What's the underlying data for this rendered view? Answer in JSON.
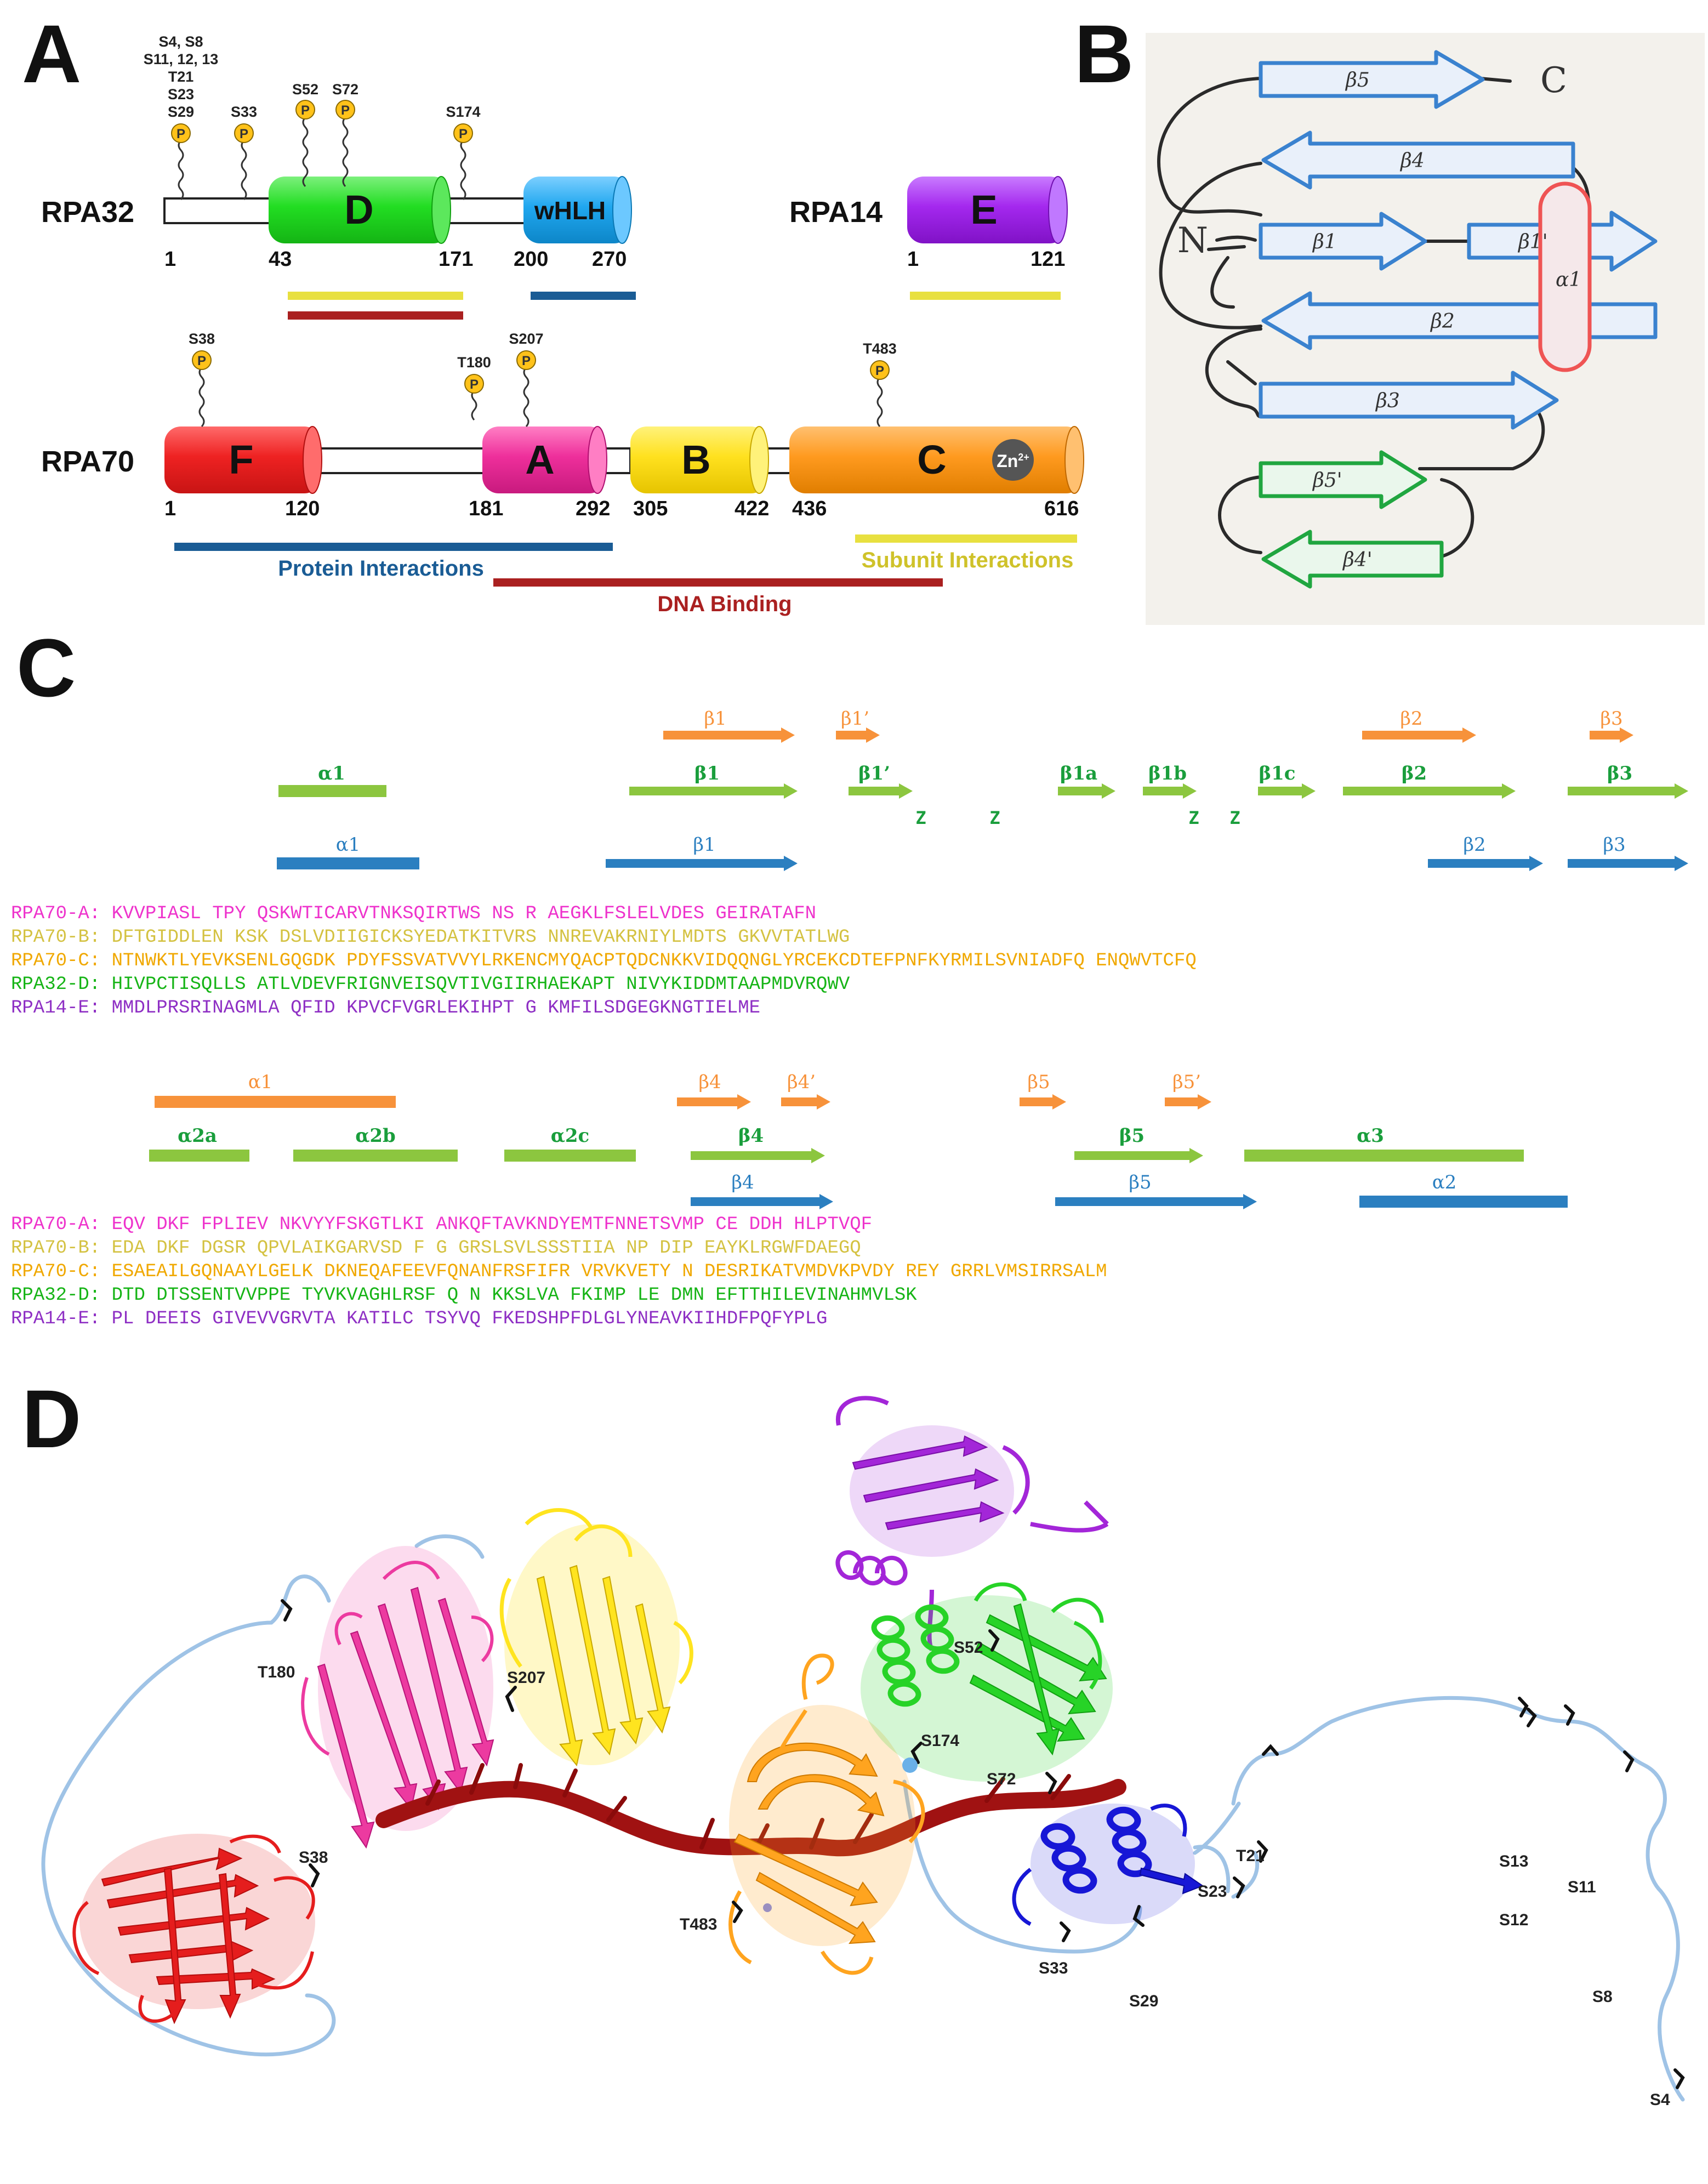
{
  "panels": {
    "a": "A",
    "b": "B",
    "c": "C",
    "d": "D"
  },
  "panel_a": {
    "rpa32": {
      "name": "RPA32",
      "domain_d": "D",
      "domain_wh": "wHLH",
      "sites": {
        "s4_s8": "S4, S8",
        "s11_13": "S11, 12, 13",
        "t21": "T21",
        "s23": "S23",
        "s29": "S29",
        "s33": "S33",
        "s52": "S52",
        "s72": "S72",
        "s174": "S174"
      },
      "positions": {
        "p1": "1",
        "p43": "43",
        "p171": "171",
        "p200": "200",
        "p270": "270"
      }
    },
    "rpa14": {
      "name": "RPA14",
      "domain_e": "E",
      "positions": {
        "p1": "1",
        "p121": "121"
      }
    },
    "rpa70": {
      "name": "RPA70",
      "domains": {
        "f": "F",
        "a": "A",
        "b": "B",
        "c": "C"
      },
      "zn": "Zn",
      "zn_sup": "2+",
      "sites": {
        "s38": "S38",
        "t180": "T180",
        "s207": "S207",
        "t483": "T483"
      },
      "positions": {
        "p1": "1",
        "p120": "120",
        "p181": "181",
        "p292": "292",
        "p305": "305",
        "p422": "422",
        "p436": "436",
        "p616": "616"
      }
    },
    "phospho_symbol": "P",
    "legend": {
      "protein": "Protein Interactions",
      "dna": "DNA Binding",
      "subunit": "Subunit Interactions"
    },
    "colors": {
      "f": "#ee2222",
      "a": "#ee2f9b",
      "b": "#ffe11f",
      "c": "#ff9a1f",
      "d": "#22dd22",
      "wh": "#20a7ef",
      "e": "#a428ee",
      "protein_bar": "#1a5c95",
      "dna_bar": "#aa2020",
      "subunit_bar": "#e8e040"
    }
  },
  "panel_b": {
    "labels": {
      "b5": "β5",
      "b4": "β4",
      "b1": "β1",
      "b1p": "β1'",
      "b2": "β2",
      "b3": "β3",
      "b5p": "β5'",
      "b4p": "β4'",
      "a1": "α1",
      "n": "N",
      "c": "C"
    }
  },
  "panel_c": {
    "block1": {
      "orange_ss": {
        "b1": "β1",
        "b1p": "β1’",
        "b2": "β2",
        "b3": "β3"
      },
      "green_ss": {
        "a1": "α1",
        "b1": "β1",
        "b1p": "β1’",
        "b1a": "β1a",
        "b1b": "β1b",
        "b1c": "β1c",
        "b2": "β2",
        "b3": "β3"
      },
      "blue_ss": {
        "a1": "α1",
        "b1": "β1",
        "b2": "β2",
        "b3": "β3"
      },
      "zinc_marks": [
        "Z",
        "Z",
        "Z",
        "Z"
      ],
      "rows": [
        {
          "label": "RPA70-A:",
          "seq": "        KVVPIASL   TPY                   QSKWTICARVTNKSQIRTWS NS                                        R AEGKLFSLELVDES   GEIRATAFN",
          "color": "#ee33cc"
        },
        {
          "label": "RPA70-B:",
          "seq": "        DFTGIDDLEN KSK                   DSLVDIIGICKSYEDATKITVRS                                        NNREVAKRNIYLMDTS  GKVVTATLWG",
          "color": "#d4c242"
        },
        {
          "label": "RPA70-C:",
          "seq": "    NTNWKTLYEVKSENLGQGDK             PDYFSSVATVVYLRKENCMYQACPTQDCNKKVIDQQNGLYRCEKCDTEFPNFKYRMILSVNIADFQ ENQWVTCFQ",
          "color": "#f0a800"
        },
        {
          "label": "RPA32-D:",
          "seq": "    HIVPCTISQLLS     ATLVDEVFRIGNVEISQVTIVGIIRHAEKAPT                                               NIVYKIDDMTAAPMDVRQWV",
          "color": "#16b416"
        },
        {
          "label": "RPA14-E:",
          "seq": " MMDLPRSRINAGMLA   QFID                KPVCFVGRLEKIHPT G                                              KMFILSDGEGKNGTIELME",
          "color": "#8e2fc4"
        }
      ]
    },
    "block2": {
      "orange_ss": {
        "a1": "α1",
        "b4": "β4",
        "b4p": "β4’",
        "b5": "β5",
        "b5p": "β5’"
      },
      "green_ss": {
        "a2a": "α2a",
        "a2b": "α2b",
        "a2c": "α2c",
        "b4": "β4",
        "b5": "β5",
        "a3": "α3"
      },
      "blue_ss": {
        "b4": "β4",
        "b5": "β5",
        "a2": "α2"
      },
      "rows": [
        {
          "label": "RPA70-A:",
          "seq": " EQV                 DKF   FPLIEV               NKVYYFSKGTLKI   ANKQFTAVKNDYEMTFNNETSVMP  CE  DDH     HLPTVQF",
          "color": "#ee33cc"
        },
        {
          "label": "RPA70-B:",
          "seq": " EDA                 DKF   DGSR                 QPVLAIKGARVSD   F      G      GRSLSVLSSSTIIA  NP  DIP     EAYKLRGWFDAEGQ",
          "color": "#d4c242"
        },
        {
          "label": "RPA70-C:",
          "seq": " ESAEAILGQNAAYLGELK  DKNEQAFEEVFQNANFRSFIFR VRVKVETY   N      DESRIKATVMDVKPVDY  REY     GRRLVMSIRRSALM",
          "color": "#f0a800"
        },
        {
          "label": "RPA32-D:",
          "seq": " DTD                 DTSSENTVVPPE          TYVKVAGHLRSF  Q      N      KKSLVA    FKIMP  LE  DMN     EFTTHILEVINAHMVLSK",
          "color": "#16b416"
        },
        {
          "label": "RPA14-E:",
          "seq": " PL                        DEEIS               GIVEVVGRVTA                KATILC    TSYVQ  FKEDSHPFDLGLYNEAVKIIHDFPQFYPLG",
          "color": "#8e2fc4"
        }
      ]
    }
  },
  "panel_d": {
    "sites": {
      "t180": "T180",
      "s207": "S207",
      "s38": "S38",
      "t483": "T483",
      "s52": "S52",
      "s174": "S174",
      "s72": "S72",
      "s33": "S33",
      "s29": "S29",
      "s23": "S23",
      "t21": "T21",
      "s13": "S13",
      "s12": "S12",
      "s11": "S11",
      "s8": "S8",
      "s4": "S4"
    }
  }
}
